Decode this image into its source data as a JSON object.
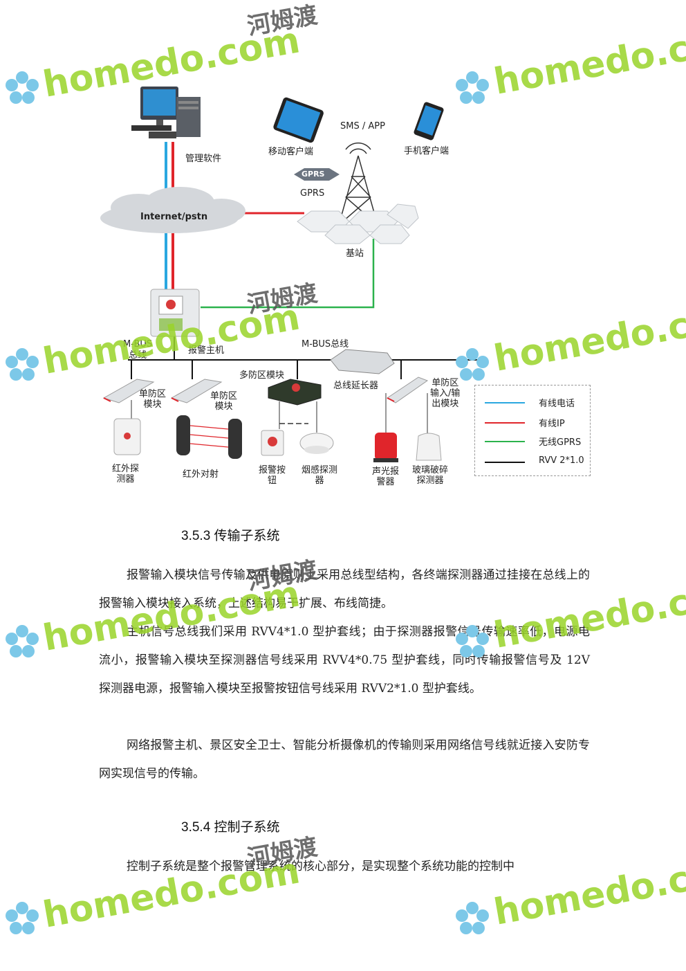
{
  "diagram": {
    "labels": {
      "software": "管理软件",
      "mobile_client": "移动客户端",
      "sms_app": "SMS / APP",
      "phone_client": "手机客户端",
      "gprs_badge": "GPRS",
      "gprs": "GPRS",
      "internet": "Internet/pstn",
      "base_station": "基站",
      "mbus_left": "M-BUS\n总线",
      "alarm_host": "报警主机",
      "mbus_bus": "M-BUS总线",
      "multi_zone": "多防区模块",
      "bus_extender": "总线延长器",
      "single_zone_io": "单防区\n输入/输\n出模块",
      "single_zone_1": "单防区\n模块",
      "single_zone_2": "单防区\n模块",
      "ir_detector": "红外探\n测器",
      "ir_beam": "红外对射",
      "alarm_button": "报警按\n钮",
      "smoke_detector": "烟感探测\n器",
      "siren": "声光报\n警器",
      "glass_break": "玻璃破碎\n探测器"
    },
    "legend": [
      {
        "label": "有线电话",
        "color": "#2aa7e0"
      },
      {
        "label": "有线IP",
        "color": "#e0252b"
      },
      {
        "label": "无线GPRS",
        "color": "#2bb24c"
      },
      {
        "label": "RVV 2*1.0",
        "color": "#111111"
      }
    ]
  },
  "sections": [
    {
      "heading": "3.5.3 传输子系统",
      "paragraphs": [
        "报警输入模块信号传输及供电原则上采用总线型结构，各终端探测器通过挂接在总线上的报警输入模块接入系统，上述结构易于扩展、布线简捷。",
        "主机信号总线我们采用 RVV4*1.0 型护套线；由于探测器报警信号传输速率低，电源电流小，报警输入模块至探测器信号线采用 RVV4*0.75 型护套线，同时传输报警信号及 12V 探测器电源，报警输入模块至报警按钮信号线采用 RVV2*1.0 型护套线。",
        "网络报警主机、景区安全卫士、智能分析摄像机的传输则采用网络信号线就近接入安防专网实现信号的传输。"
      ]
    },
    {
      "heading": "3.5.4 控制子系统",
      "paragraphs": [
        "控制子系统是整个报警管理系统的核心部分，是实现整个系统功能的控制中"
      ]
    }
  ],
  "watermark": {
    "brand": "homedo.com",
    "cn": "河姆渡",
    "color": "#9ad42a"
  }
}
